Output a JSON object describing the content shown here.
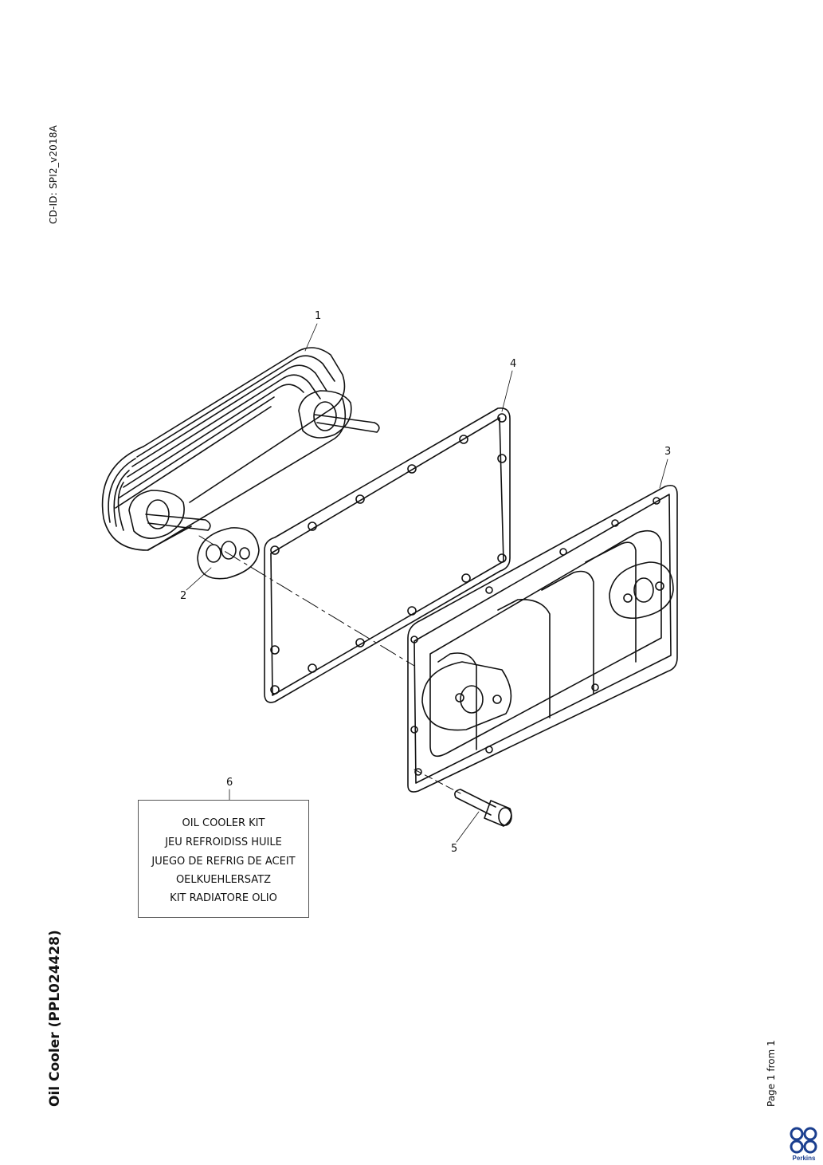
{
  "header": {
    "cd_id": "CD-ID: SPI2_v2018A"
  },
  "footer": {
    "title": "Oil Cooler (PPL024428)",
    "page": "Page 1 from 1",
    "brand": "Perkins"
  },
  "callouts": [
    "1",
    "2",
    "3",
    "4",
    "5",
    "6"
  ],
  "kit_box": {
    "lines": [
      "OIL COOLER KIT",
      "JEU REFROIDISS HUILE",
      "JUEGO DE REFRIG DE ACEIT",
      "OELKUEHLERSATZ",
      "KIT RADIATORE OLIO"
    ]
  },
  "colors": {
    "line": "#111111",
    "brand": "#1b3f8f"
  }
}
